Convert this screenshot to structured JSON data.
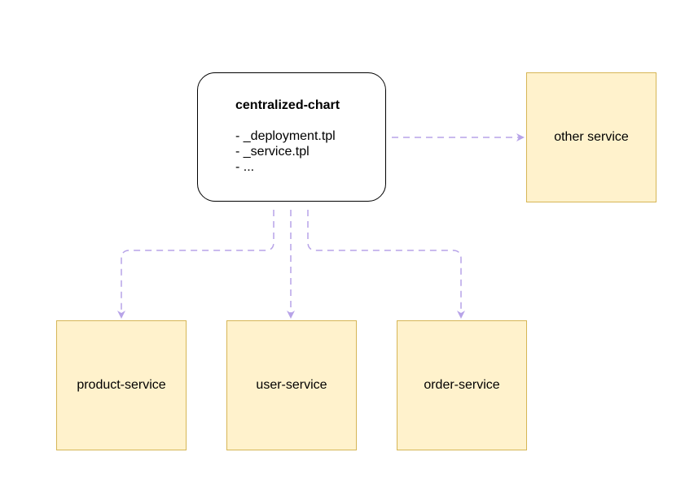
{
  "colors": {
    "service_fill": "#fff2cc",
    "service_stroke": "#d6b656",
    "chart_stroke": "#000000",
    "connector": "#b7a3e8"
  },
  "centralized_chart": {
    "title": "centralized-chart",
    "items": [
      "- _deployment.tpl",
      "- _service.tpl",
      "- ..."
    ]
  },
  "services": {
    "other": "other service",
    "product": "product-service",
    "user": "user-service",
    "order": "order-service"
  }
}
